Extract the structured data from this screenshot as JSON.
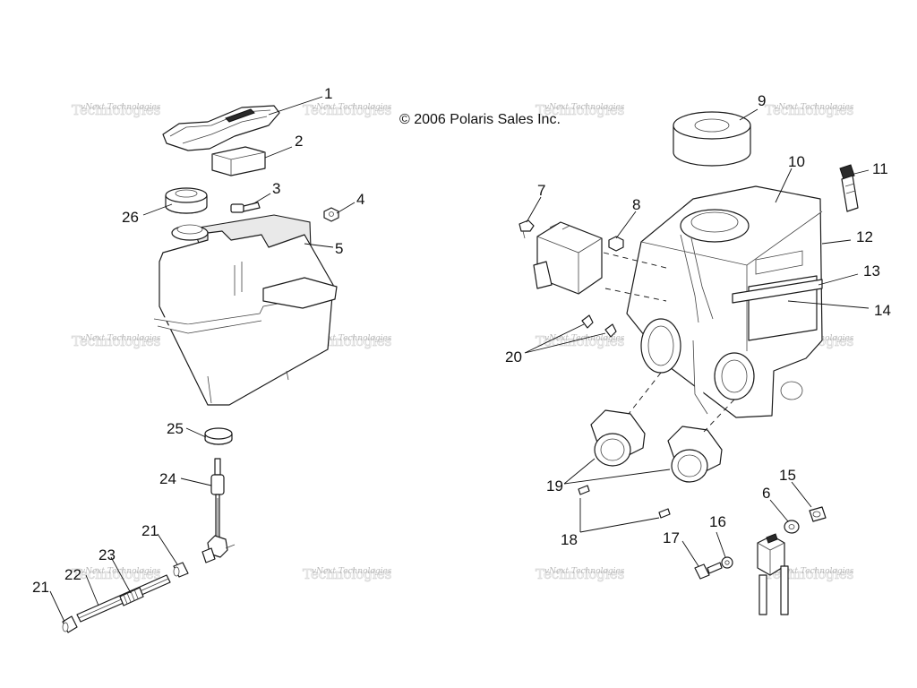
{
  "copyright": "© 2006 Polaris Sales Inc.",
  "watermark": {
    "text": "vNext Technologies",
    "background_text": "Technologies"
  },
  "callouts": [
    "1",
    "2",
    "3",
    "4",
    "5",
    "6",
    "7",
    "8",
    "9",
    "10",
    "11",
    "12",
    "13",
    "14",
    "15",
    "16",
    "17",
    "18",
    "19",
    "20",
    "21",
    "21",
    "22",
    "23",
    "24",
    "25",
    "26"
  ]
}
